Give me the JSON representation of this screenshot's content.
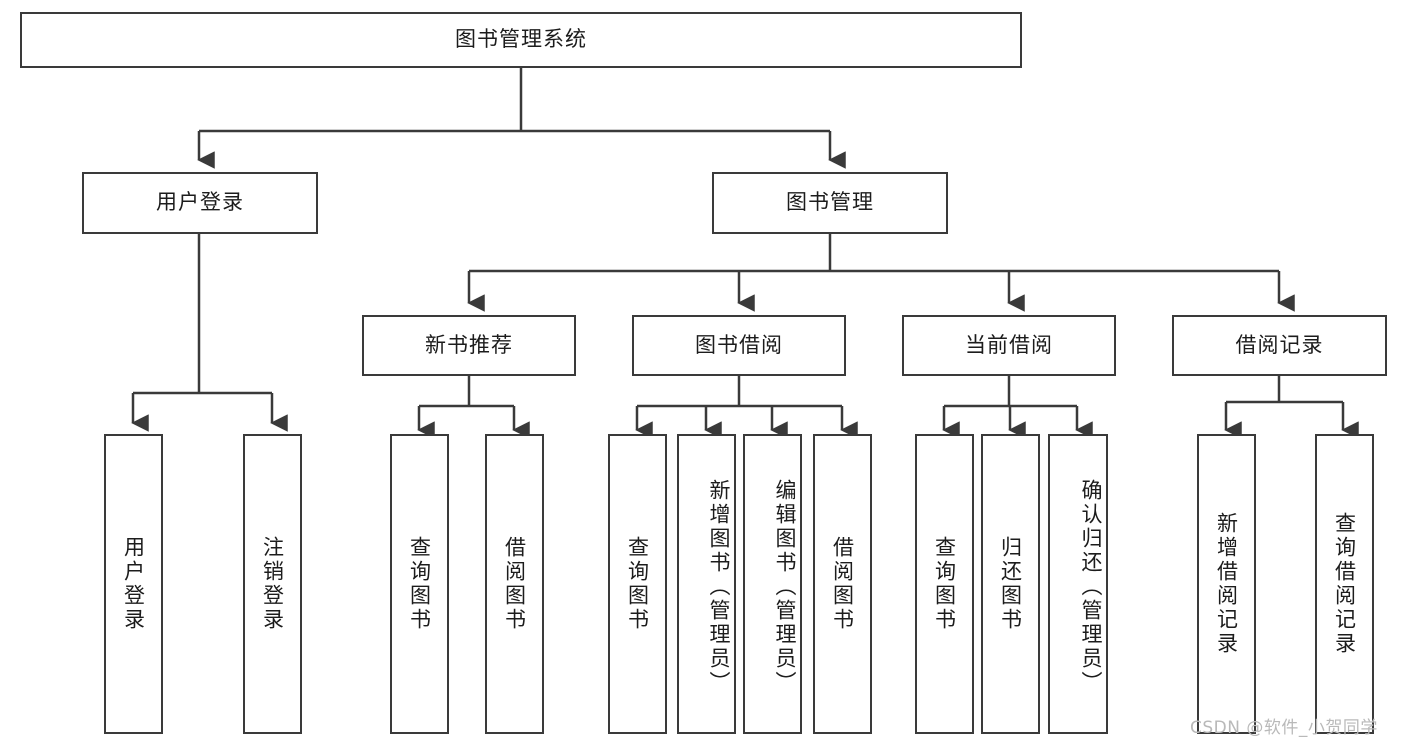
{
  "diagram": {
    "title": "图书管理系统",
    "type": "tree-hierarchy-chart",
    "colors": {
      "box_border": "#3a3a3a",
      "box_fill": "#ffffff",
      "connector": "#3a3a3a",
      "background": "#ffffff",
      "watermark": "#b9b9b9"
    },
    "root": {
      "label": "图书管理系统"
    },
    "level2": [
      {
        "label": "用户登录"
      },
      {
        "label": "图书管理"
      }
    ],
    "level3": [
      {
        "label": "新书推荐"
      },
      {
        "label": "图书借阅"
      },
      {
        "label": "当前借阅"
      },
      {
        "label": "借阅记录"
      }
    ],
    "leaves": {
      "user_login": [
        {
          "label": "用户登录"
        },
        {
          "label": "注销登录"
        }
      ],
      "new_book_recommend": [
        {
          "label": "查询图书"
        },
        {
          "label": "借阅图书"
        }
      ],
      "book_borrow": [
        {
          "label": "查询图书"
        },
        {
          "label": "新增图书（管理员）"
        },
        {
          "label": "编辑图书（管理员）"
        },
        {
          "label": "借阅图书"
        }
      ],
      "current_borrow": [
        {
          "label": "查询图书"
        },
        {
          "label": "归还图书"
        },
        {
          "label": "确认归还（管理员）"
        }
      ],
      "borrow_records": [
        {
          "label": "新增借阅记录"
        },
        {
          "label": "查询借阅记录"
        }
      ]
    }
  },
  "watermark": {
    "text": "CSDN @软件_小贺同学"
  }
}
